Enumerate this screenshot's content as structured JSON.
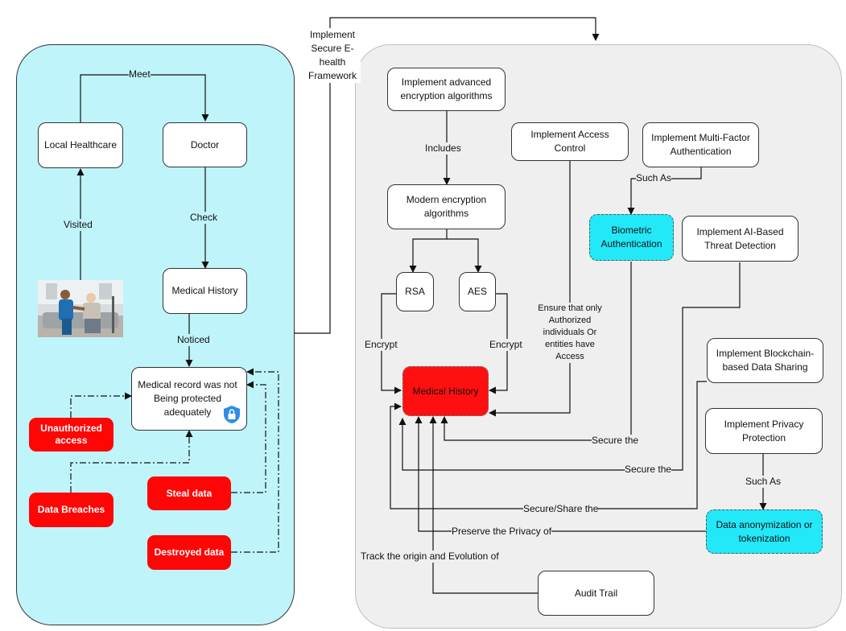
{
  "left_panel": {
    "local_healthcare": "Local Healthcare",
    "doctor": "Doctor",
    "medical_history": "Medical History",
    "record_not_protected": "Medical record was not Being protected adequately",
    "threats": {
      "unauthorized_access": "Unauthorized access",
      "data_breaches": "Data Breaches",
      "steal_data": "Steal data",
      "destroyed_data": "Destroyed data"
    },
    "edges": {
      "meet": "Meet",
      "visited": "Visited",
      "check": "Check",
      "noticed": "Noticed"
    },
    "icons": {
      "photo": "patient-doctor-photo-icon",
      "shield": "shield-lock-icon"
    }
  },
  "bridge_label": "Implement Secure E-health Framework",
  "right_panel": {
    "advanced_encryption": "Implement advanced encryption algorithms",
    "modern_encryption": "Modern encryption algorithms",
    "rsa": "RSA",
    "aes": "AES",
    "access_control": "Implement Access Control",
    "mfa": "Implement Multi-Factor Authentication",
    "biometric": "Biometric Authentication",
    "ai_threat": "Implement AI-Based Threat Detection",
    "blockchain": "Implement Blockchain-based Data Sharing",
    "privacy_protection": "Implement Privacy Protection",
    "anonymization": "Data anonymization or tokenization",
    "medical_history": "Medical History",
    "audit_trail": "Audit Trail",
    "edges": {
      "includes": "Includes",
      "encrypt_left": "Encrypt",
      "encrypt_right": "Encrypt",
      "ensure_only": "Ensure that only Authorized individuals Or entities have Access",
      "such_as_mfa": "Such As",
      "secure_the_bio": "Secure the",
      "secure_the_ai": "Secure the",
      "secure_share": "Secure/Share the",
      "such_as_privacy": "Such As",
      "preserve_privacy": "Preserve the Privacy of",
      "track_origin": "Track the origin and Evolution of"
    }
  },
  "colors": {
    "left_panel_bg": "#bff4fb",
    "right_panel_bg": "#efefef",
    "threat_red": "#ff0606",
    "highlight_cyan": "#23e8f8",
    "medical_history_red": "#ff1010"
  }
}
